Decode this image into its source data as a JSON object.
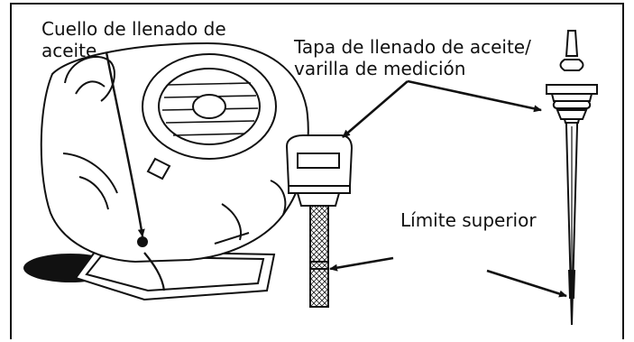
{
  "labels": {
    "oil_fill_neck": "Cuello de llenado de\naceite",
    "oil_fill_cap_dipstick": "Tapa de llenado de aceite/\nvarilla de medición",
    "upper_limit": "Límite superior"
  }
}
